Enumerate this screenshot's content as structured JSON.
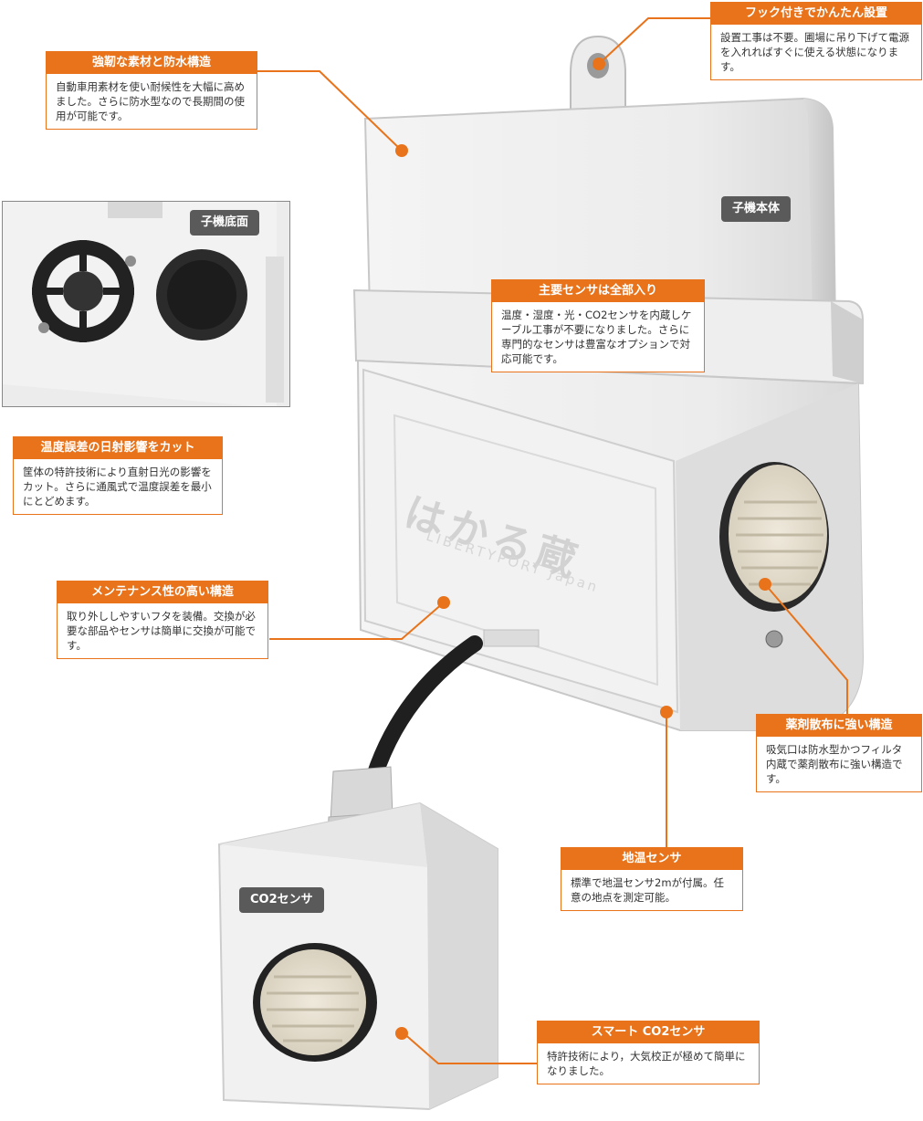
{
  "callouts": {
    "hook": {
      "title": "フック付きでかんたん設置",
      "text": "設置工事は不要。圃場に吊り下げて電源を入れればすぐに使える状態になります。"
    },
    "material": {
      "title": "強靭な素材と防水構造",
      "text": "自動車用素材を使い耐候性を大幅に高めました。さらに防水型なので長期間の使用が可能です。"
    },
    "sensors": {
      "title": "主要センサは全部入り",
      "text": "温度・湿度・光・CO2センサを内蔵しケーブル工事が不要になりました。さらに専門的なセンサは豊富なオプションで対応可能です。"
    },
    "solar": {
      "title": "温度誤差の日射影響をカット",
      "text": "筐体の特許技術により直射日光の影響をカット。さらに通風式で温度誤差を最小にとどめます。"
    },
    "maintenance": {
      "title": "メンテナンス性の高い構造",
      "text": "取り外ししやすいフタを装備。交換が必要な部品やセンサは簡単に交換が可能です。"
    },
    "chemical": {
      "title": "薬剤散布に強い構造",
      "text": "吸気口は防水型かつフィルタ内蔵で薬剤散布に強い構造です。"
    },
    "soil": {
      "title": "地温センサ",
      "text": "標準で地温センサ2mが付属。任意の地点を測定可能。"
    },
    "co2": {
      "title": "スマート CO2センサ",
      "text": "特許技術により，大気校正が極めて簡単になりました。"
    }
  },
  "tags": {
    "main_unit": "子機本体",
    "bottom": "子機底面",
    "co2_sensor": "CO2センサ"
  },
  "device": {
    "brand": "はかる蔵",
    "sub_brand": "LIBERTYPORT Japan"
  },
  "colors": {
    "accent": "#e8731a",
    "tag": "#5a5a5a",
    "device_body": "#f0f0f0"
  }
}
